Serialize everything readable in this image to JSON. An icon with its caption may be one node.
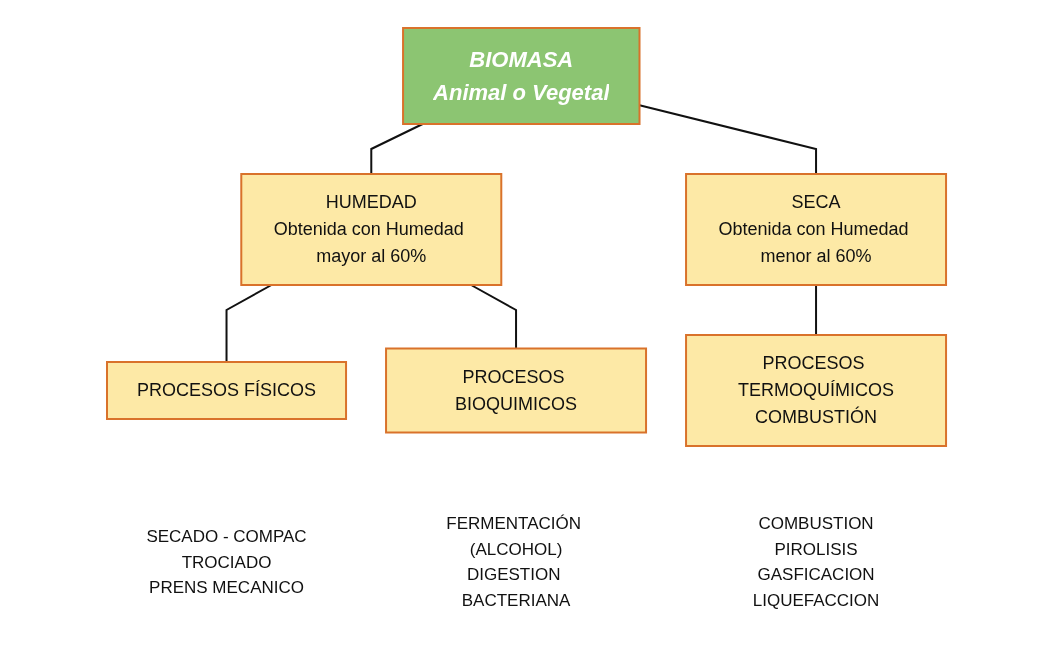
{
  "diagram": {
    "nodes": [
      {
        "text": [
          "BIOMASA",
          "Animal o Vegetal"
        ]
      },
      {
        "text": [
          "HUMEDAD",
          "Obtenida con Humedad mayor al 60%"
        ]
      },
      {
        "text": [
          "SECA",
          "Obtenida con Humedad menor al 60%"
        ]
      },
      {
        "text": [
          "PROCESOS FÍSICOS"
        ],
        "beside": [
          "SECADO - COMPAC",
          "TROCIADO",
          "PRENS MECANICO"
        ]
      },
      {
        "text": [
          "PROCESOS BIOQUIMICOS"
        ],
        "beside": [
          "FERMENTACIÓN (ALCOHOL)",
          "DIGESTION BACTERIANA"
        ]
      },
      {
        "text": [
          "PROCESOS TERMOQUÍMICOS",
          "COMBUSTIÓN"
        ],
        "beside": [
          "COMBUSTION",
          "PIROLISIS",
          "GASFICACION",
          "LIQUEFACCION"
        ]
      }
    ],
    "edges": [
      {
        "from": 0,
        "to": 1,
        "arrow": "none"
      },
      {
        "from": 0,
        "to": 2,
        "arrow": "none"
      },
      {
        "from": 1,
        "to": 3,
        "arrow": "none"
      },
      {
        "from": 1,
        "to": 4,
        "arrow": "none"
      },
      {
        "from": 2,
        "to": 5,
        "arrow": "none"
      }
    ]
  }
}
